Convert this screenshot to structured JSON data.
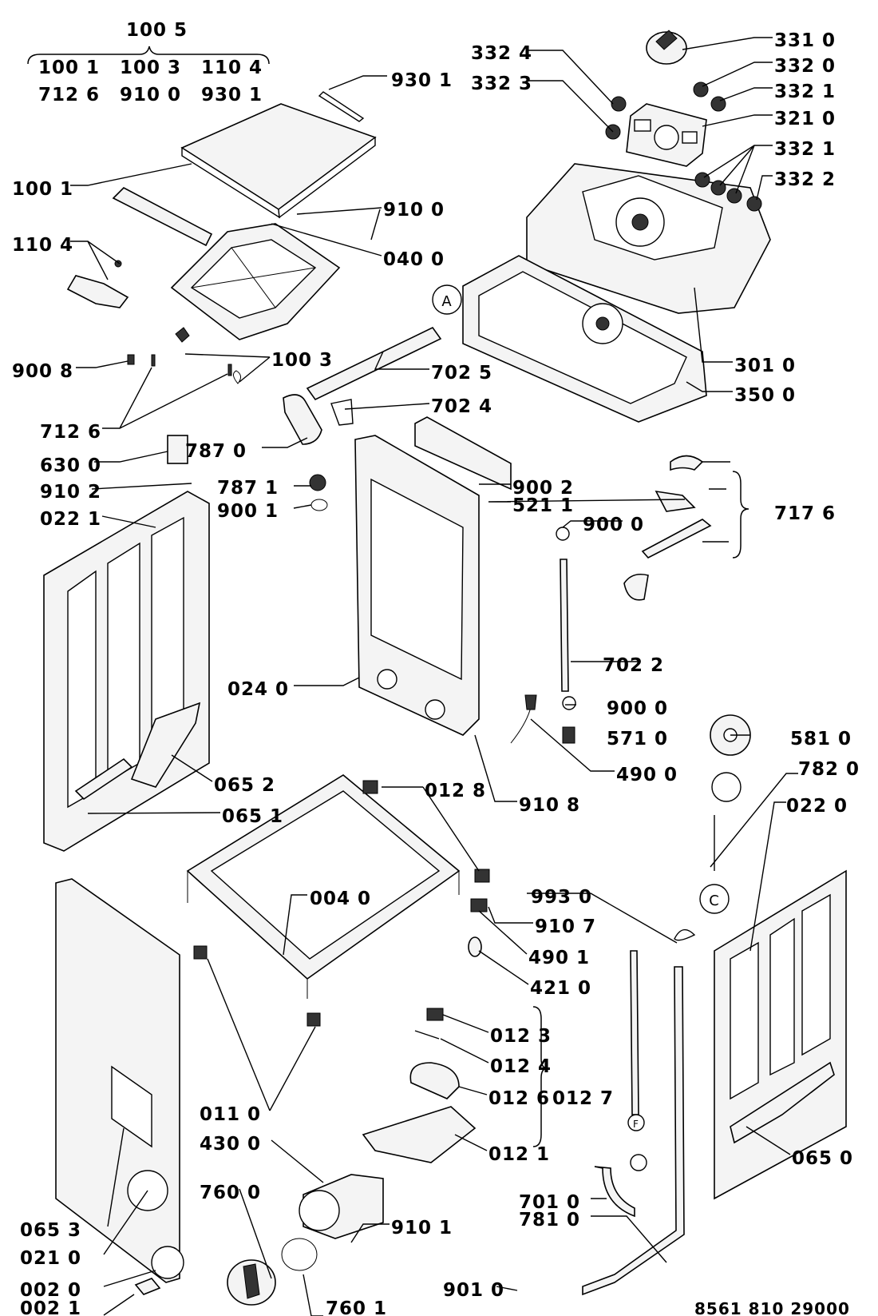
{
  "diagram": {
    "doc_number": "8561 810 29000",
    "labels": [
      {
        "id": "l_1005",
        "text": "100 5"
      },
      {
        "id": "l_grp_1001",
        "text": "100 1"
      },
      {
        "id": "l_grp_1003",
        "text": "100 3"
      },
      {
        "id": "l_grp_1104",
        "text": "110 4"
      },
      {
        "id": "l_grp_7126",
        "text": "712 6"
      },
      {
        "id": "l_grp_9100",
        "text": "910 0"
      },
      {
        "id": "l_grp_9301",
        "text": "930 1"
      },
      {
        "id": "l_9301",
        "text": "930 1"
      },
      {
        "id": "l_1001",
        "text": "100 1"
      },
      {
        "id": "l_9100",
        "text": "910 0"
      },
      {
        "id": "l_1104",
        "text": "110 4"
      },
      {
        "id": "l_0400",
        "text": "040 0"
      },
      {
        "id": "l_9008",
        "text": "900 8"
      },
      {
        "id": "l_1003",
        "text": "100 3"
      },
      {
        "id": "l_7025",
        "text": "702 5"
      },
      {
        "id": "l_7024",
        "text": "702 4"
      },
      {
        "id": "l_7126",
        "text": "712 6"
      },
      {
        "id": "l_7870",
        "text": "787 0"
      },
      {
        "id": "l_6300",
        "text": "630 0"
      },
      {
        "id": "l_7871",
        "text": "787 1"
      },
      {
        "id": "l_9102",
        "text": "910 2"
      },
      {
        "id": "l_9001",
        "text": "900 1"
      },
      {
        "id": "l_0221",
        "text": "022 1"
      },
      {
        "id": "l_3324",
        "text": "332 4"
      },
      {
        "id": "l_3323",
        "text": "332 3"
      },
      {
        "id": "l_3310",
        "text": "331 0"
      },
      {
        "id": "l_3320",
        "text": "332 0"
      },
      {
        "id": "l_3321a",
        "text": "332 1"
      },
      {
        "id": "l_3210",
        "text": "321 0"
      },
      {
        "id": "l_3321b",
        "text": "332 1"
      },
      {
        "id": "l_3322",
        "text": "332 2"
      },
      {
        "id": "l_3010",
        "text": "301 0"
      },
      {
        "id": "l_3500",
        "text": "350 0"
      },
      {
        "id": "l_9002",
        "text": "900 2"
      },
      {
        "id": "l_5211",
        "text": "521 1"
      },
      {
        "id": "l_9000a",
        "text": "900 0"
      },
      {
        "id": "l_7176",
        "text": "717 6"
      },
      {
        "id": "l_7022",
        "text": "702 2"
      },
      {
        "id": "l_0240",
        "text": "024 0"
      },
      {
        "id": "l_9000b",
        "text": "900 0"
      },
      {
        "id": "l_5710",
        "text": "571 0"
      },
      {
        "id": "l_4900",
        "text": "490 0"
      },
      {
        "id": "l_9108",
        "text": "910 8"
      },
      {
        "id": "l_5810",
        "text": "581 0"
      },
      {
        "id": "l_7820",
        "text": "782 0"
      },
      {
        "id": "l_0220",
        "text": "022 0"
      },
      {
        "id": "l_0652",
        "text": "065 2"
      },
      {
        "id": "l_0651",
        "text": "065 1"
      },
      {
        "id": "l_0128",
        "text": "012 8"
      },
      {
        "id": "l_0040",
        "text": "004 0"
      },
      {
        "id": "l_9930",
        "text": "993 0"
      },
      {
        "id": "l_9107",
        "text": "910 7"
      },
      {
        "id": "l_4901",
        "text": "490 1"
      },
      {
        "id": "l_4210",
        "text": "421 0"
      },
      {
        "id": "l_0123",
        "text": "012 3"
      },
      {
        "id": "l_0124",
        "text": "012 4"
      },
      {
        "id": "l_0126",
        "text": "012 6"
      },
      {
        "id": "l_0127",
        "text": "012 7"
      },
      {
        "id": "l_0110",
        "text": "011 0"
      },
      {
        "id": "l_0121",
        "text": "012 1"
      },
      {
        "id": "l_4300",
        "text": "430 0"
      },
      {
        "id": "l_0650",
        "text": "065 0"
      },
      {
        "id": "l_7600",
        "text": "760 0"
      },
      {
        "id": "l_7010",
        "text": "701 0"
      },
      {
        "id": "l_0653",
        "text": "065 3"
      },
      {
        "id": "l_7810",
        "text": "781 0"
      },
      {
        "id": "l_0210",
        "text": "021 0"
      },
      {
        "id": "l_9101",
        "text": "910 1"
      },
      {
        "id": "l_0200",
        "text": "002 0"
      },
      {
        "id": "l_9010",
        "text": "901 0"
      },
      {
        "id": "l_0201",
        "text": "002 1"
      },
      {
        "id": "l_7601",
        "text": "760 1"
      },
      {
        "id": "l_docno",
        "text": "8561 810 29000"
      }
    ],
    "callout_letters": [
      "A",
      "C",
      "F"
    ]
  }
}
